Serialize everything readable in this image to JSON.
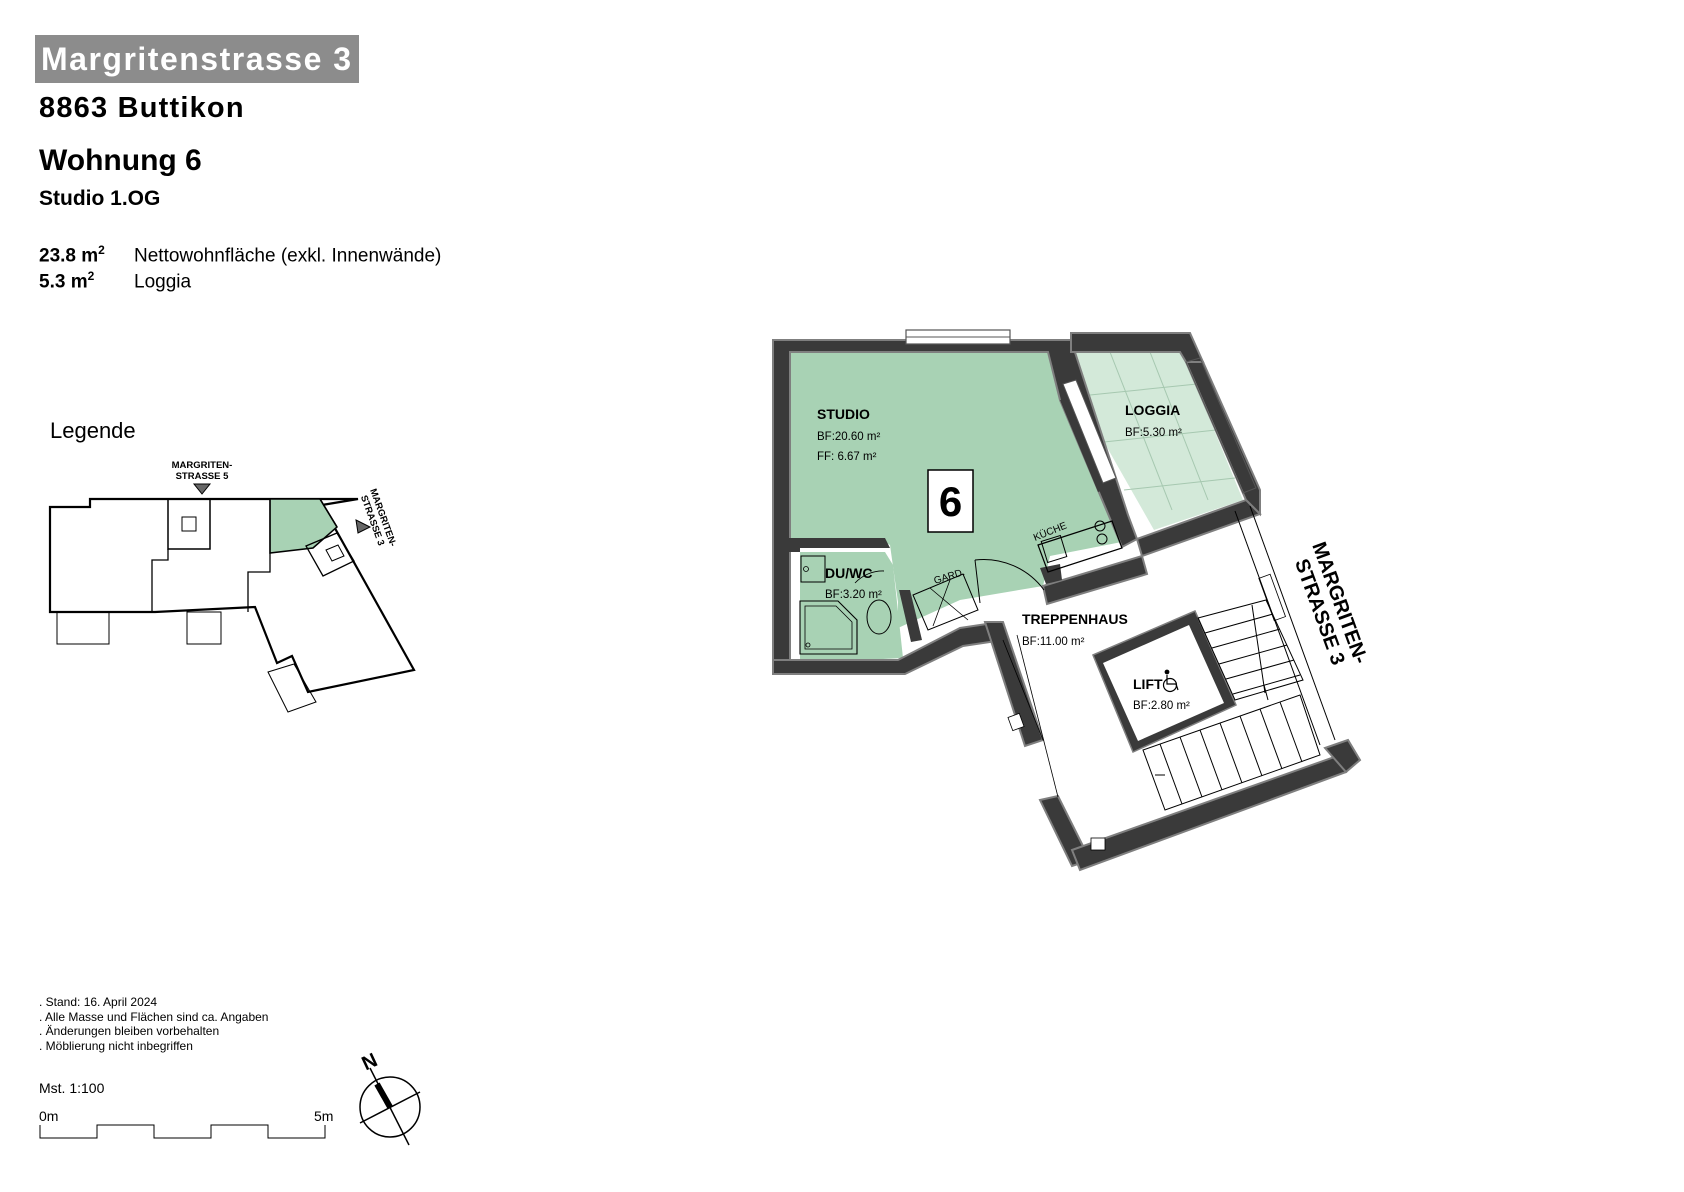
{
  "header": {
    "street": "Margritenstrasse 3",
    "city": "8863 Buttikon",
    "unit_title": "Wohnung 6",
    "unit_subtitle": "Studio 1.OG"
  },
  "areas": [
    {
      "value": "23.8 m",
      "sup": "2",
      "label": "Nettowohnfläche (exkl. Innenwände)"
    },
    {
      "value": "5.3 m",
      "sup": "2",
      "label": "Loggia"
    }
  ],
  "legend": {
    "title": "Legende",
    "label_north_line1": "MARGRITEN-",
    "label_north_line2": "STRASSE 5",
    "label_east_line1": "MARGRITEN-",
    "label_east_line2": "STRASSE 3"
  },
  "plan": {
    "unit_number": "6",
    "rooms": {
      "studio": {
        "name": "STUDIO",
        "bf": "BF:20.60 m²",
        "ff": "FF:  6.67 m²"
      },
      "loggia": {
        "name": "LOGGIA",
        "bf": "BF:5.30 m²"
      },
      "duwc": {
        "name": "DU/WC",
        "bf": "BF:3.20 m²"
      },
      "gard": {
        "name": "GARD."
      },
      "kueche": {
        "name": "KÜCHE"
      },
      "treppenhaus": {
        "name": "TREPPENHAUS",
        "bf": "BF:11.00 m²"
      },
      "lift": {
        "name": "LIFT",
        "bf": "BF:2.80 m²"
      }
    },
    "street_label_line1": "MARGRITEN-",
    "street_label_line2": "STRASSE 3"
  },
  "notes": [
    ". Stand: 16. April 2024",
    ". Alle Masse und Flächen sind ca. Angaben",
    ". Änderungen bleiben vorbehalten",
    ". Möblierung nicht inbegriffen"
  ],
  "scale": {
    "label": "Mst. 1:100",
    "start": "0m",
    "end": "5m"
  },
  "compass": {
    "north": "N"
  },
  "colors": {
    "badge_bg": "#8c8c8c",
    "unit_fill": "#a8d2b4",
    "loggia_fill": "#d3e9d9",
    "wall": "#3a3a3a",
    "wall_outline": "#7f7f7f"
  }
}
